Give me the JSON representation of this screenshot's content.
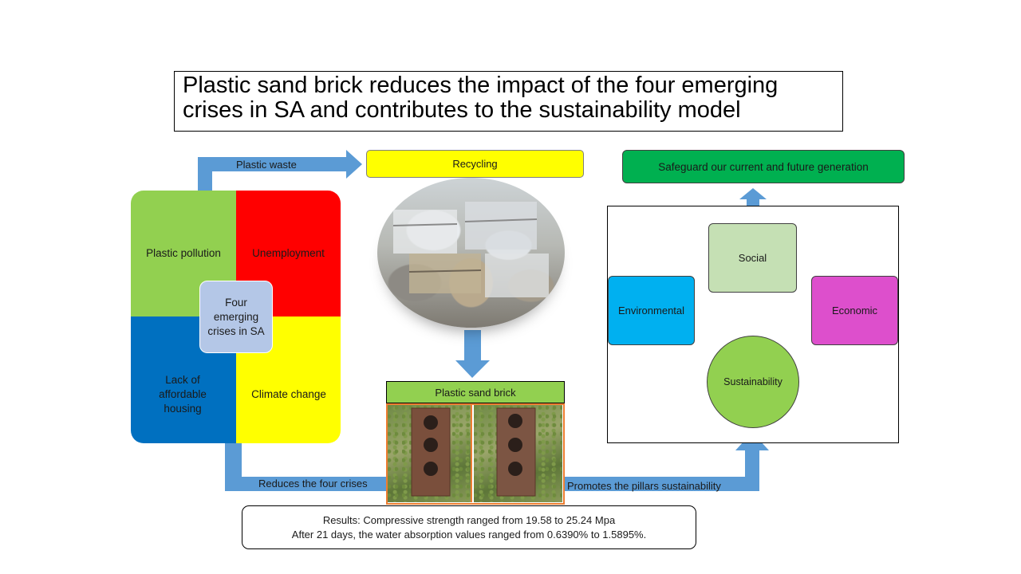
{
  "title": "Plastic sand brick reduces the impact of the four emerging crises in SA and contributes to the sustainability model",
  "flow_labels": {
    "plastic_waste": "Plastic waste",
    "recycling": "Recycling",
    "plastic_sand_brick": "Plastic sand brick",
    "reduces_crises": "Reduces the four crises",
    "promotes_pillars": "Promotes  the pillars sustainability"
  },
  "crises": {
    "center": "Four emerging crises in SA",
    "items": [
      "Plastic pollution",
      "Unemployment",
      "Lack of affordable housing",
      "Climate change"
    ]
  },
  "sustainability": {
    "goal": "Safeguard our current and future generation",
    "social": "Social",
    "environmental": "Environmental",
    "economic": "Economic",
    "core": "Sustainability"
  },
  "results": {
    "line1": "Results: Compressive strength ranged from 19.58 to  25.24 Mpa",
    "line2": "After 21 days, the water absorption values ranged from 0.6390% to 1.5895%."
  },
  "colors": {
    "arrow": "#5b9bd5",
    "arrow_light": "#a9c4e4",
    "plastic_pollution": "#92d050",
    "unemployment": "#ff0000",
    "housing": "#0070c0",
    "climate": "#ffff00",
    "center_box": "#b4c7e7",
    "recycling": "#ffff00",
    "goal": "#00b050",
    "social": "#c5e0b4",
    "environmental": "#00b0f0",
    "economic": "#dd4fcc",
    "core": "#92d050",
    "brick_border": "#ed7d31"
  }
}
